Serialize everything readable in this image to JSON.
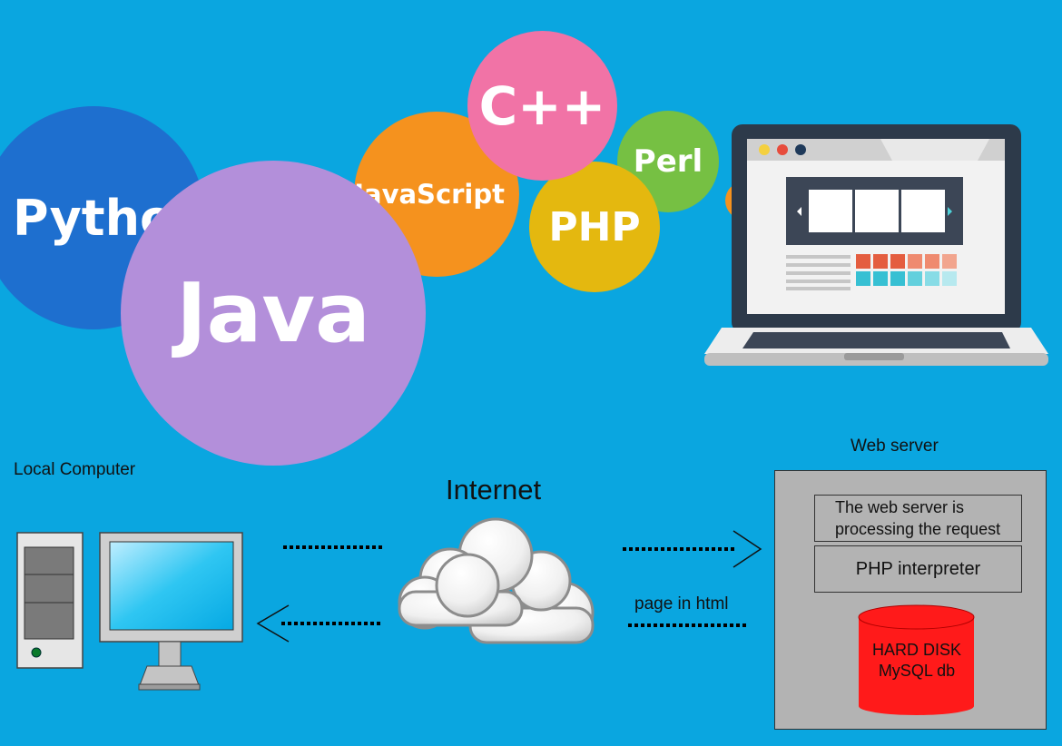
{
  "colors": {
    "background": "#0aa6e0",
    "python": "#1e6fcf",
    "java": "#b38fda",
    "javascript": "#f5921e",
    "cpp": "#f173a6",
    "php": "#e4b80f",
    "perl": "#76c043",
    "server_box": "#b3b3b3",
    "disk": "#ff1a1a"
  },
  "languages": {
    "python": "Python",
    "java": "Java",
    "javascript": "JavaScript",
    "cpp": "C++",
    "php": "PHP",
    "perl": "Perl"
  },
  "diagram": {
    "local_computer_label": "Local Computer",
    "internet_label": "Internet",
    "web_server_label": "Web server",
    "processing_text": "The web server is processing the request",
    "php_interpreter": "PHP interpreter",
    "disk_text": "HARD DISK MySQL db",
    "page_label": "page in html"
  },
  "icons": [
    "laptop-icon",
    "desktop-computer-icon",
    "pc-tower-icon",
    "cloud-icon",
    "database-icon"
  ]
}
